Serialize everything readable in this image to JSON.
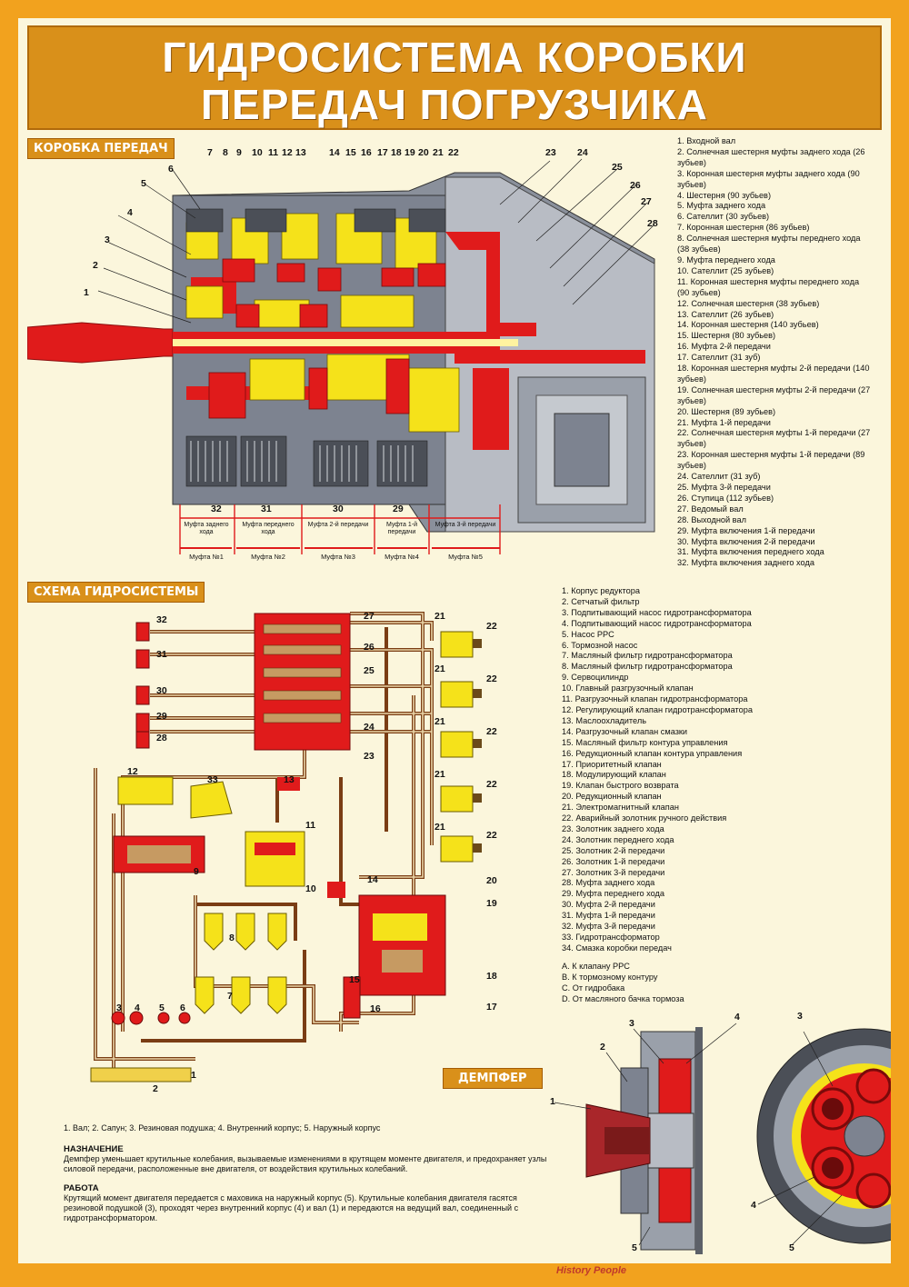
{
  "title": {
    "line1": "ГИДРОСИСТЕМА КОРОБКИ",
    "line2": "ПЕРЕДАЧ ПОГРУЗЧИКА"
  },
  "sections": {
    "gearbox": "КОРОБКА ПЕРЕДАЧ",
    "hydro": "СХЕМА ГИДРОСИСТЕМЫ",
    "damper": "ДЕМПФЕР"
  },
  "gearbox_legend": [
    "1. Входной вал",
    "2. Солнечная шестерня муфты заднего хода (26 зубьев)",
    "3. Коронная шестерня муфты заднего хода (90 зубьев)",
    "4. Шестерня (90 зубьев)",
    "5. Муфта заднего хода",
    "6. Сателлит (30 зубьев)",
    "7. Коронная шестерня (86 зубьев)",
    "8. Солнечная шестерня муфты переднего хода (38 зубьев)",
    "9. Муфта переднего хода",
    "10. Сателлит (25 зубьев)",
    "11. Коронная шестерня муфты переднего хода (90 зубьев)",
    "12. Солнечная шестерня (38 зубьев)",
    "13. Сателлит (26 зубьев)",
    "14. Коронная шестерня (140 зубьев)",
    "15. Шестерня (80 зубьев)",
    "16. Муфта 2-й передачи",
    "17. Сателлит (31 зуб)",
    "18. Коронная шестерня муфты 2-й передачи (140 зубьев)",
    "19. Солнечная шестерня муфты 2-й передачи (27 зубьев)",
    "20. Шестерня (89 зубьев)",
    "21. Муфта 1-й передачи",
    "22. Солнечная шестерня муфты 1-й передачи (27 зубьев)",
    "23. Коронная шестерня муфты 1-й передачи (89 зубьев)",
    "24. Сателлит (31 зуб)",
    "25. Муфта 3-й передачи",
    "26. Ступица (112 зубьев)",
    "27. Ведомый вал",
    "28. Выходной вал",
    "29. Муфта включения 1-й передачи",
    "30. Муфта включения 2-й передачи",
    "31. Муфта включения переднего хода",
    "32. Муфта включения заднего хода"
  ],
  "hydro_legend": [
    "1. Корпус редуктора",
    "2. Сетчатый фильтр",
    "3. Подпитывающий насос гидротрансформатора",
    "4. Подпитывающий насос гидротрансформатора",
    "5. Насос РРС",
    "6. Тормозной насос",
    "7. Масляный фильтр гидротрансформатора",
    "8. Масляный фильтр гидротрансформатора",
    "9. Сервоцилиндр",
    "10. Главный разгрузочный клапан",
    "11. Разгрузочный клапан гидротрансформатора",
    "12. Регулирующий клапан гидротрансформатора",
    "13. Маслоохладитель",
    "14. Разгрузочный клапан смазки",
    "15. Масляный фильтр контура управления",
    "16. Редукционный клапан контура управления",
    "17. Приоритетный клапан",
    "18. Модулирующий клапан",
    "19. Клапан быстрого возврата",
    "20. Редукционный клапан",
    "21. Электромагнитный клапан",
    "22. Аварийный золотник ручного действия",
    "23. Золотник заднего хода",
    "24. Золотник переднего хода",
    "25. Золотник 2-й передачи",
    "26. Золотник 1-й передачи",
    "27. Золотник 3-й передачи",
    "28. Муфта заднего хода",
    "29. Муфта переднего хода",
    "30. Муфта 2-й передачи",
    "31. Муфта 1-й передачи",
    "32. Муфта 3-й передачи",
    "33. Гидротрансформатор",
    "34. Смазка коробки передач"
  ],
  "hydro_legend_letters": [
    "A. К клапану РРС",
    "B. К тормозному контуру",
    "C. От гидробака",
    "D. От масляного бачка тормоза"
  ],
  "clutch_labels": [
    "Муфта заднего хода",
    "Муфта переднего хода",
    "Муфта 2-й передачи",
    "Муфта 1-й передачи",
    "Муфта 3-й передачи"
  ],
  "clutch_numbers": [
    "Муфта №1",
    "Муфта №2",
    "Муфта №3",
    "Муфта №4",
    "Муфта №5"
  ],
  "damper": {
    "parts": "1. Вал; 2. Сапун; 3. Резиновая подушка; 4. Внутренний корпус; 5. Наружный корпус",
    "purpose_head": "НАЗНАЧЕНИЕ",
    "purpose_text": "Демпфер уменьшает крутильные колебания, вызываемые изменениями в крутящем моменте двигателя, и предохраняет узлы силовой передачи, расположенные вне двигателя, от воздействия крутильных колебаний.",
    "work_head": "РАБОТА",
    "work_text": "Крутящий момент двигателя передается с маховика на наружный корпус (5). Крутильные колебания двигателя гасятся резиновой подушкой (3), проходят через внутренний корпус (4) и вал (1) и передаются на ведущий вал, соединенный с гидротрансформатором."
  },
  "footer": {
    "logo": "History People"
  },
  "colors": {
    "background": "#f2a21e",
    "panel": "#fbf6dc",
    "title_bg": "#d9901a",
    "oil_red": "#e01b1b",
    "gear_yellow": "#f5e21a",
    "metal_gray": "#7d8390"
  }
}
